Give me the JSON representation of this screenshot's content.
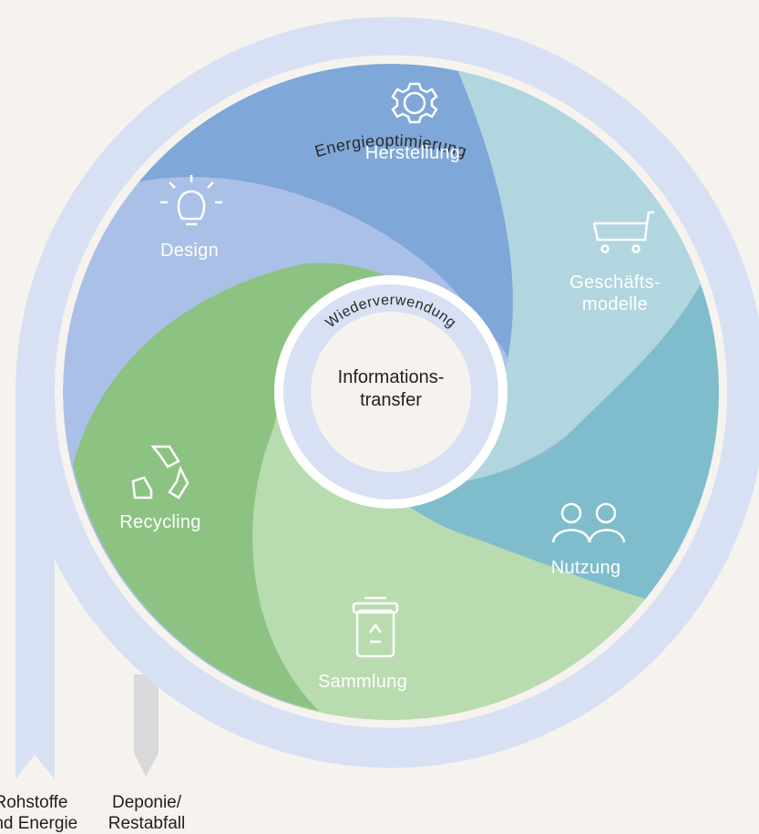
{
  "diagram": {
    "outer_label": "Energieoptimierung",
    "inner_label": "Wiederverwendung",
    "center_label": "Informations-\ntransfer",
    "segments": [
      {
        "key": "herstellung",
        "label": "Herstellung",
        "icon": "gear-icon",
        "color": "#7fa7d8"
      },
      {
        "key": "geschaefts",
        "label": "Geschäfts-\nmodelle",
        "icon": "shopping-cart-icon",
        "color": "#b1d6df"
      },
      {
        "key": "nutzung",
        "label": "Nutzung",
        "icon": "users-icon",
        "color": "#7fbdcc"
      },
      {
        "key": "sammlung",
        "label": "Sammlung",
        "icon": "recycling-bin-icon",
        "color": "#b9dbb0"
      },
      {
        "key": "recycling",
        "label": "Recycling",
        "icon": "recycle-icon",
        "color": "#8cc383"
      },
      {
        "key": "design",
        "label": "Design",
        "icon": "lightbulb-icon",
        "color": "#abc0e6"
      }
    ],
    "inputs": {
      "raw_materials": "Rohstoffe\nund Energie",
      "landfill": "Deponie/\nRestabfall"
    },
    "colors": {
      "background": "#f6f3ef",
      "ring": "#d8e1f3",
      "landfill_arrow": "#d9d9d9"
    }
  }
}
